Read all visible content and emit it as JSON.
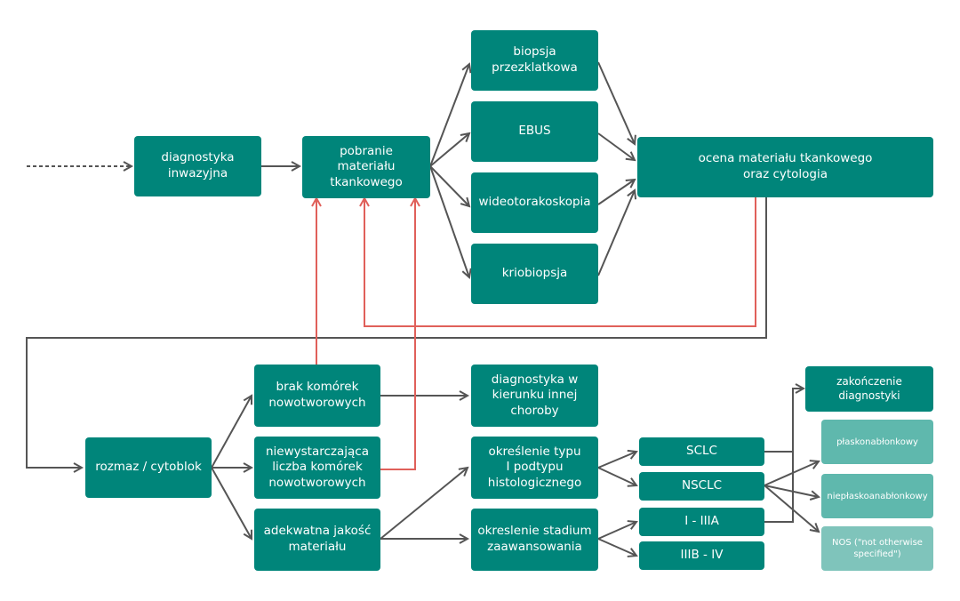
{
  "boxes": {
    "diag_inwazyjna": "diagnostyka\ninwazyjna",
    "pobranie": "pobranie\nmateriału\ntkankowego",
    "biopsja": "biopsja\nprzezklatkowa",
    "ebus": "EBUS",
    "wideo": "wideotorakoskopia",
    "kriobiopsja": "kriobiopsja",
    "ocena": "ocena materiału tkankowego\noraz cytologia",
    "rozmaz": "rozmaz / cytoblok",
    "brak": "brak komórek\nnowotworowych",
    "niewystarczajaca": "niewystarczająca\nliczba komórek\nnowotworowych",
    "adekwatna": "adekwatna jakość\nmateriału",
    "diag_innej": "diagnostyka w\nkierunku innej\nchoroby",
    "okreslenie_typu": "określenie typu\nI podtypu\nhistologicznego",
    "okreslenie_stadium": "okreslenie stadium\nzaawansowania",
    "sclc": "SCLC",
    "nsclc": "NSCLC",
    "i_iiia": "I - IIIA",
    "iiib_iv": "IIIB - IV",
    "zakonczenie": "zakończenie\ndiagnostyki",
    "plaskonablonkowy": "płaskonabłonkowy",
    "nieplaskonablonkowy": "niepłaskoanabłonkowy",
    "nos": "NOS (\"not otherwise\nspecified\")"
  },
  "colors": {
    "box": "#00857a",
    "box_light": "#5fb8ad",
    "box_lighter": "#7fc4bb",
    "arrow": "#555555",
    "feedback_arrow": "#e0605a"
  }
}
